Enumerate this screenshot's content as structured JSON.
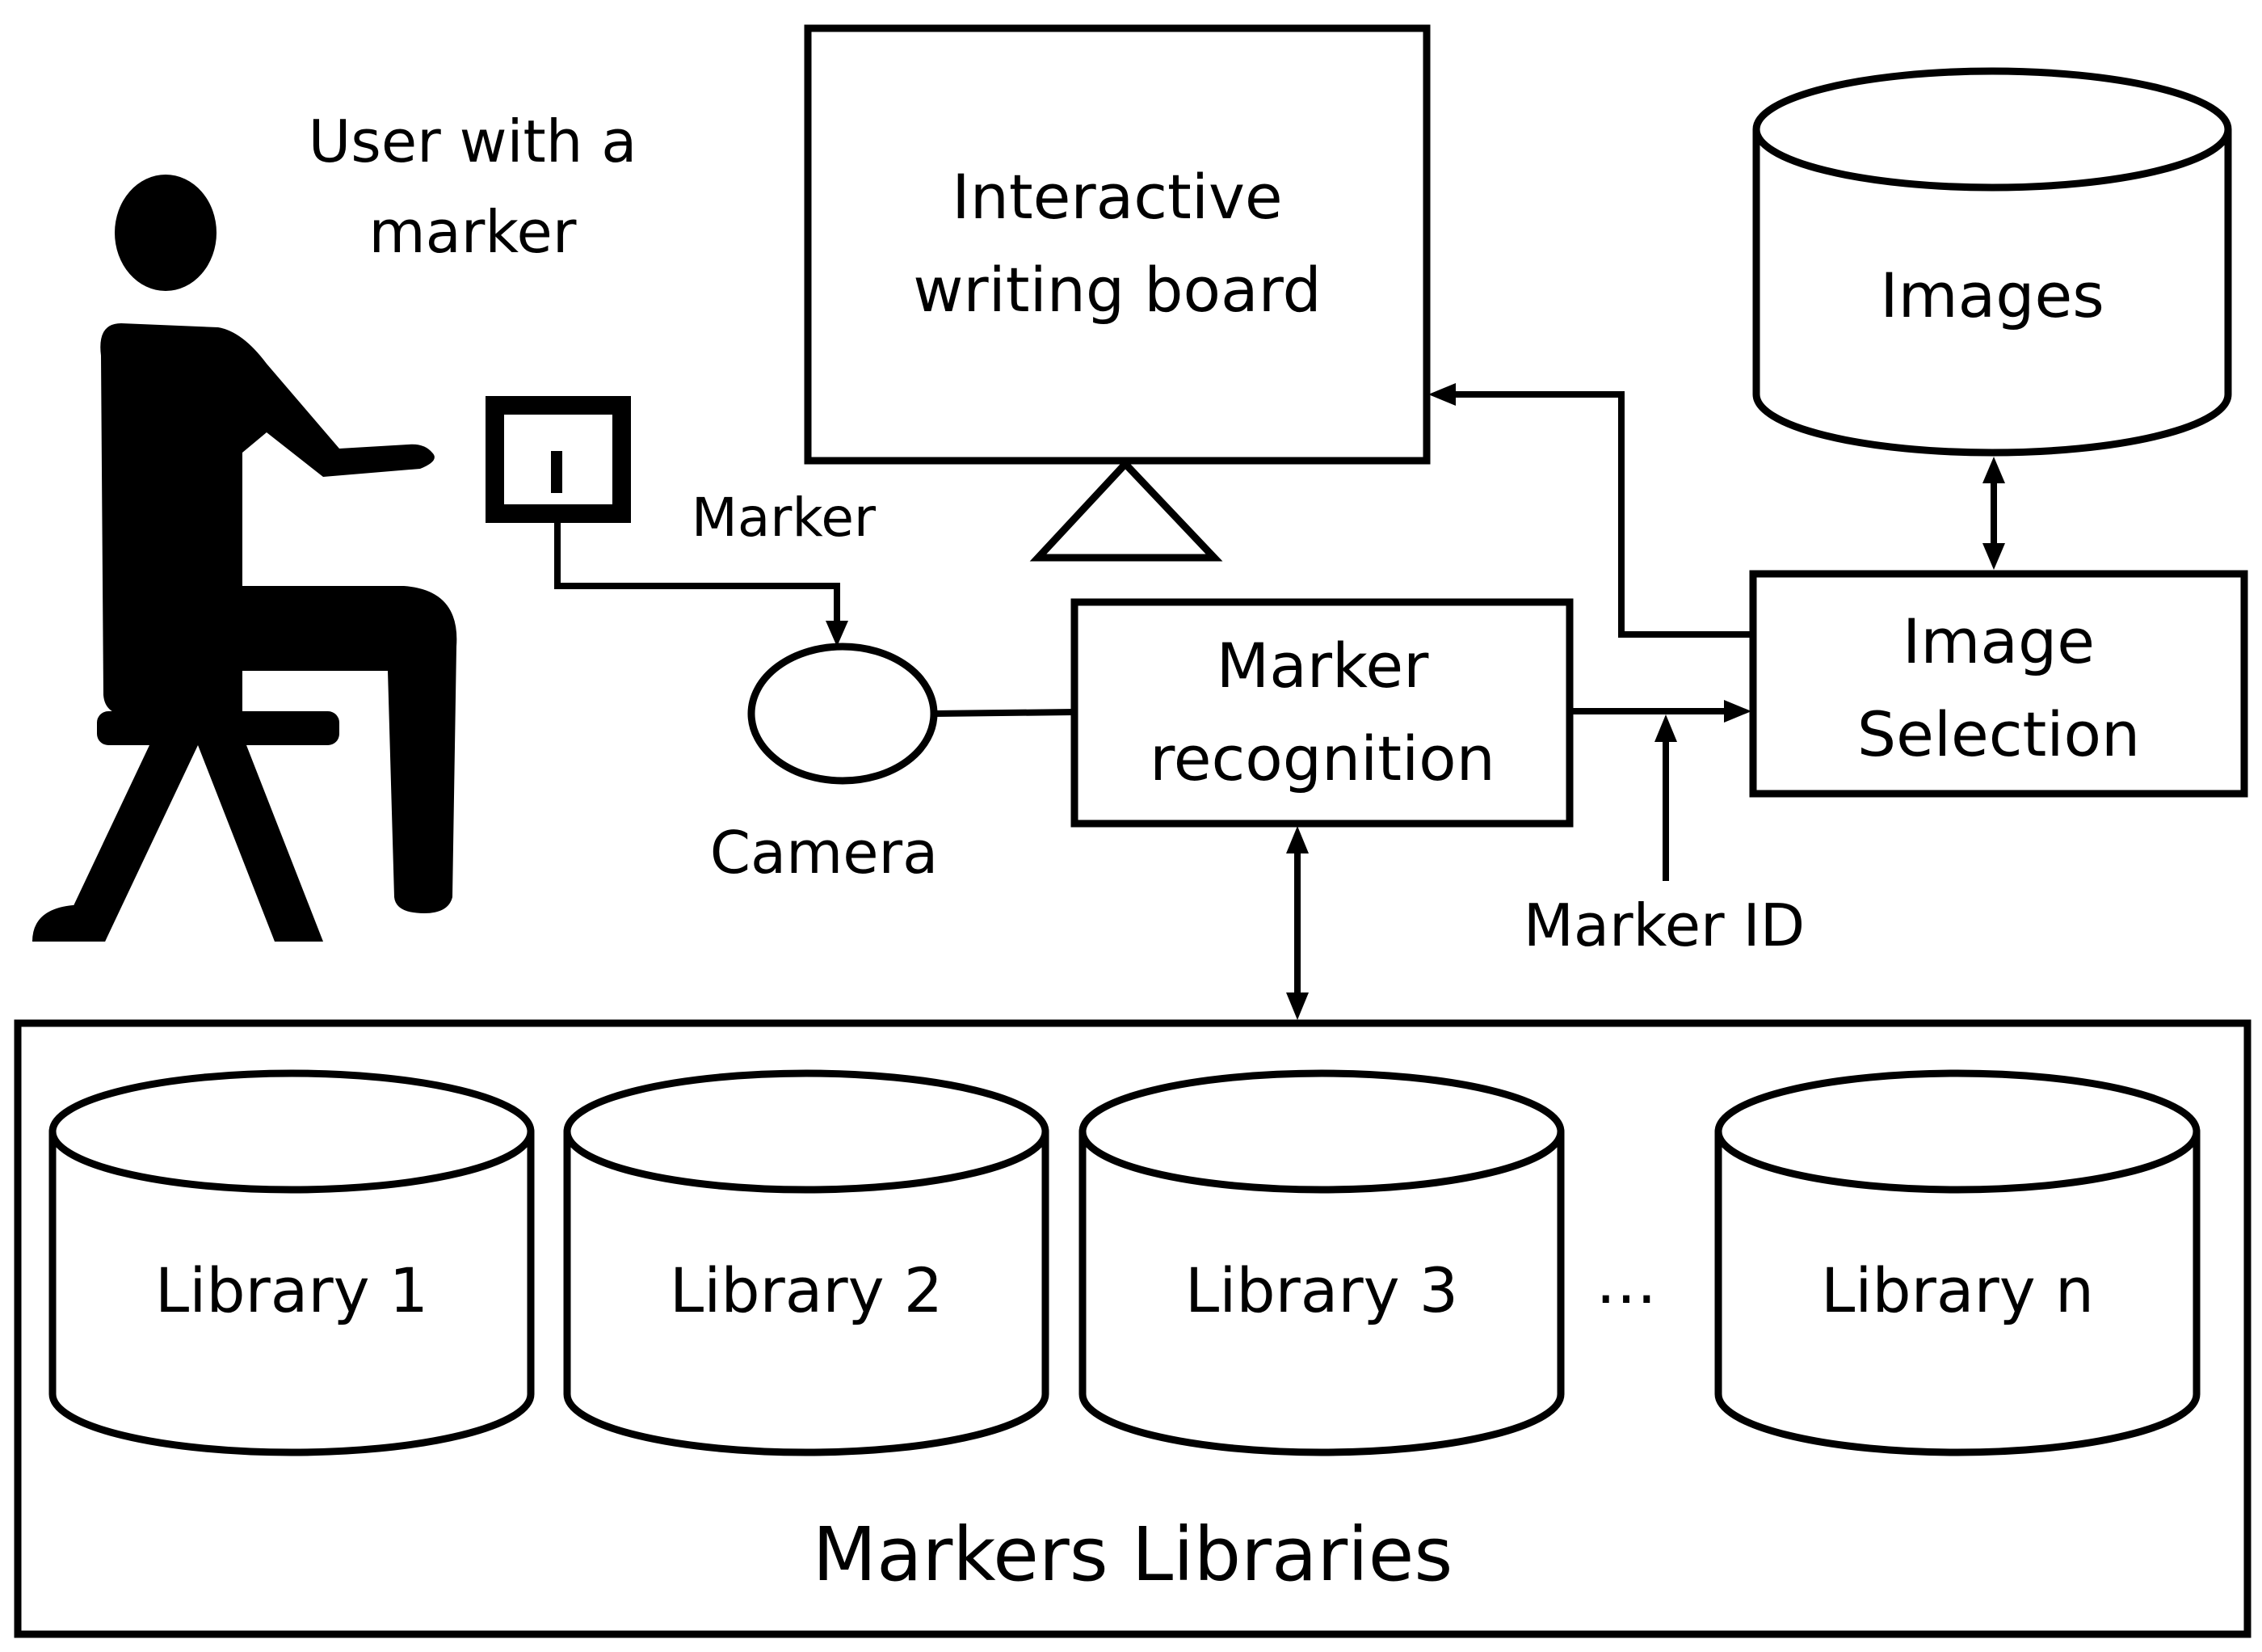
{
  "user": {
    "line1": "User with a",
    "line2": "marker"
  },
  "marker_label": "Marker",
  "camera_label": "Camera",
  "board": {
    "line1": "Interactive",
    "line2": "writing board"
  },
  "images_label": "Images",
  "image_selection": {
    "line1": "Image",
    "line2": "Selection"
  },
  "marker_recognition": {
    "line1": "Marker",
    "line2": "recognition"
  },
  "marker_id_label": "Marker ID",
  "libraries": {
    "title": "Markers Libraries",
    "items": [
      "Library 1",
      "Library 2",
      "Library 3",
      "Library n"
    ],
    "ellipsis": "…"
  }
}
